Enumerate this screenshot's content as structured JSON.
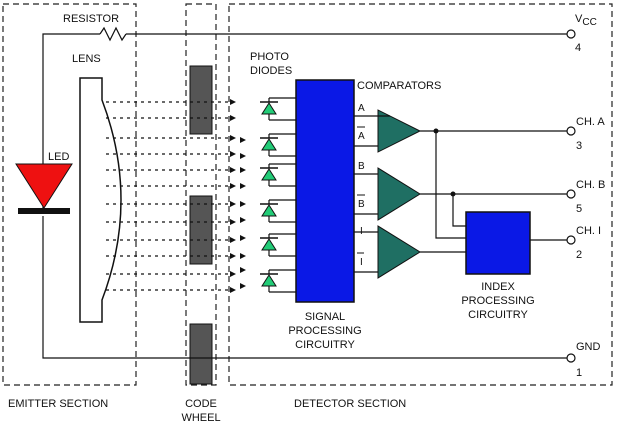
{
  "labels": {
    "resistor": "RESISTOR",
    "vcc_main": "V",
    "vcc_sub": "CC",
    "vcc_pin": "4",
    "lens": "LENS",
    "led": "LED",
    "photodiodes_1": "PHOTO",
    "photodiodes_2": "DIODES",
    "comparators": "COMPARATORS",
    "signal_proc_1": "SIGNAL",
    "signal_proc_2": "PROCESSING",
    "signal_proc_3": "CIRCUITRY",
    "index_proc_1": "INDEX",
    "index_proc_2": "PROCESSING",
    "index_proc_3": "CIRCUITRY",
    "ch_a": "CH. A",
    "ch_a_pin": "3",
    "ch_b": "CH. B",
    "ch_b_pin": "5",
    "ch_i": "CH. I",
    "ch_i_pin": "2",
    "gnd": "GND",
    "gnd_pin": "1",
    "emitter_section": "EMITTER SECTION",
    "code_wheel_1": "CODE",
    "code_wheel_2": "WHEEL",
    "detector_section": "DETECTOR SECTION",
    "sig_a": "A",
    "sig_a_bar": "A",
    "sig_b": "B",
    "sig_b_bar": "B",
    "sig_i": "I",
    "sig_i_bar": "I"
  },
  "colors": {
    "led": "#ee1111",
    "processing_block": "#0a18e6",
    "comparator": "#1f6f63",
    "photodiode": "#22cc77",
    "wheel_slot": "#555555"
  },
  "icons": [
    "led-icon",
    "photodiode-icon",
    "comparator-icon",
    "resistor-icon",
    "lens-icon"
  ]
}
